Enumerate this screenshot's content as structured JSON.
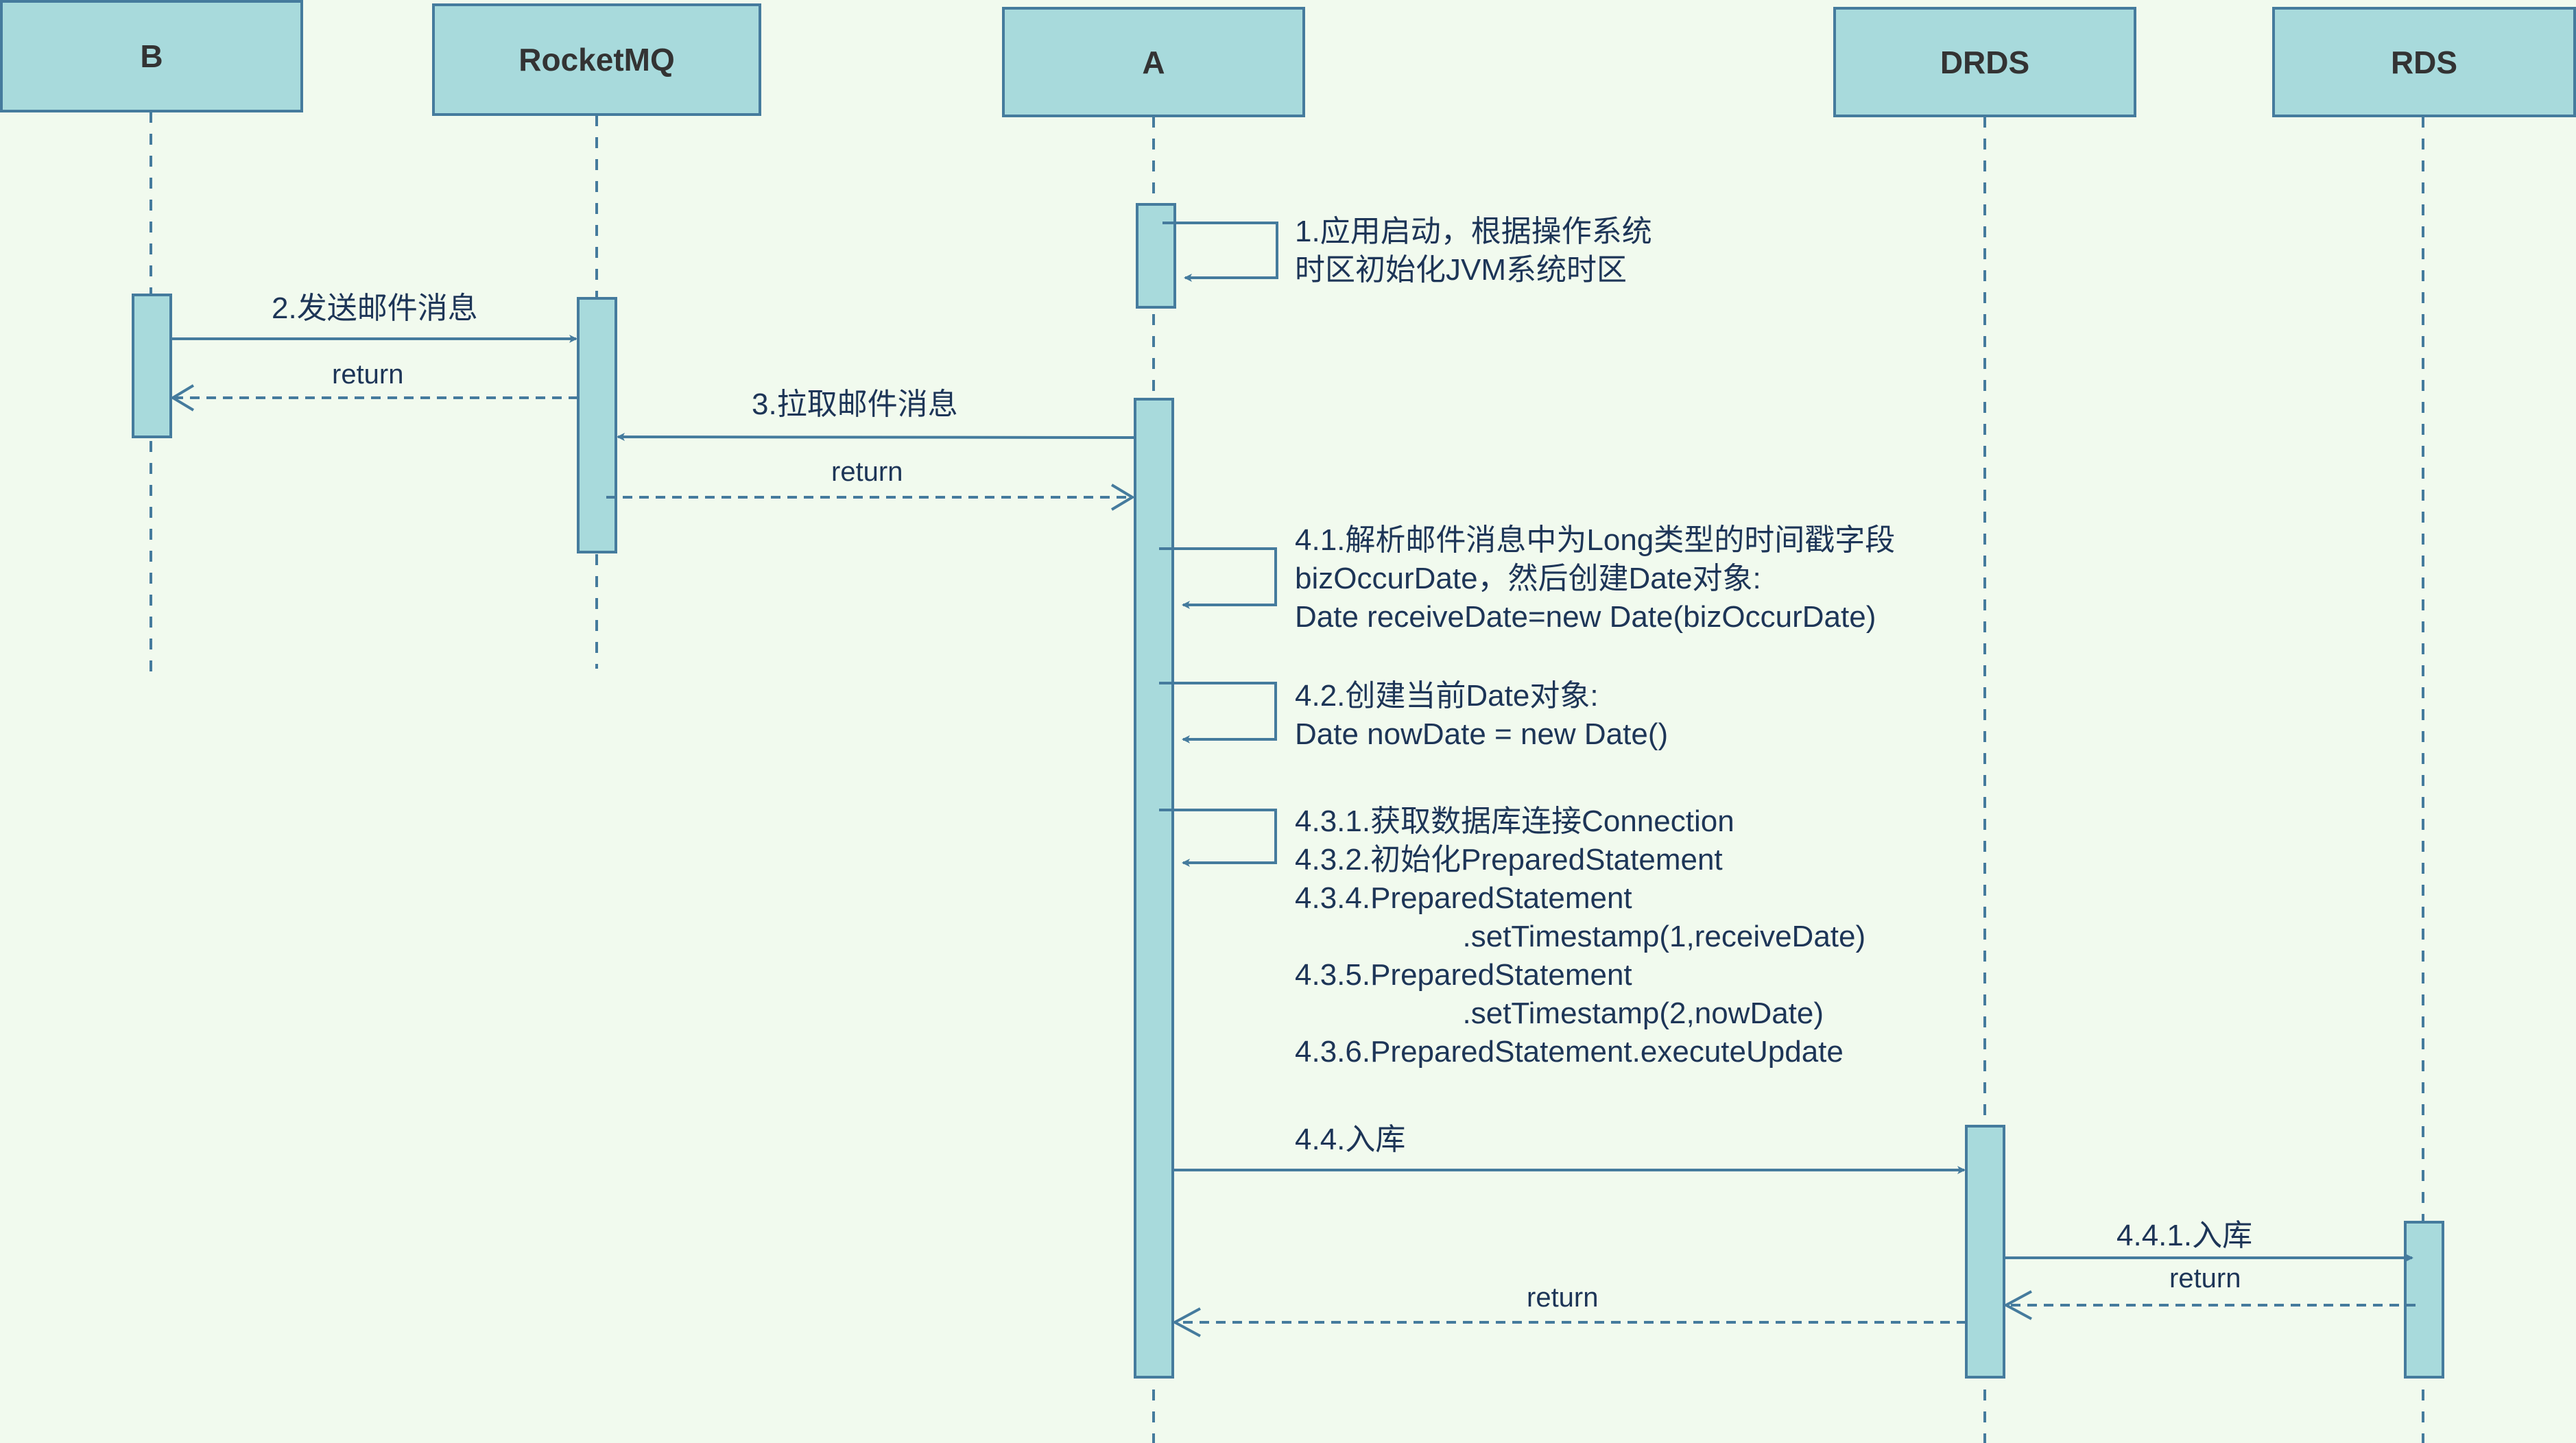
{
  "colors": {
    "background": "#f1faee",
    "fill": "#a8dadc",
    "stroke": "#457b9d",
    "text": "#1d3557",
    "header_text": "#333333"
  },
  "participants": [
    {
      "id": "B",
      "label": "B"
    },
    {
      "id": "RocketMQ",
      "label": "RocketMQ"
    },
    {
      "id": "A",
      "label": "A"
    },
    {
      "id": "DRDS",
      "label": "DRDS"
    },
    {
      "id": "RDS",
      "label": "RDS"
    }
  ],
  "messages": [
    {
      "id": "m1",
      "from": "A",
      "to": "A",
      "type": "self",
      "label": "1.应用启动，根据操作系统\n时区初始化JVM系统时区"
    },
    {
      "id": "m2",
      "from": "B",
      "to": "RocketMQ",
      "type": "sync",
      "label": "2.发送邮件消息"
    },
    {
      "id": "m2r",
      "from": "RocketMQ",
      "to": "B",
      "type": "return",
      "label": "return"
    },
    {
      "id": "m3",
      "from": "A",
      "to": "RocketMQ",
      "type": "sync",
      "label": "3.拉取邮件消息"
    },
    {
      "id": "m3r",
      "from": "RocketMQ",
      "to": "A",
      "type": "return",
      "label": "return"
    },
    {
      "id": "m41",
      "from": "A",
      "to": "A",
      "type": "self",
      "label": "4.1.解析邮件消息中为Long类型的时间戳字段\nbizOccurDate，然后创建Date对象:\nDate receiveDate=new Date(bizOccurDate)"
    },
    {
      "id": "m42",
      "from": "A",
      "to": "A",
      "type": "self",
      "label": "4.2.创建当前Date对象:\nDate nowDate = new Date()"
    },
    {
      "id": "m43",
      "from": "A",
      "to": "A",
      "type": "self",
      "label": "4.3.1.获取数据库连接Connection\n4.3.2.初始化PreparedStatement\n4.3.4.PreparedStatement\n                    .setTimestamp(1,receiveDate)\n4.3.5.PreparedStatement\n                    .setTimestamp(2,nowDate)\n4.3.6.PreparedStatement.executeUpdate"
    },
    {
      "id": "m44",
      "from": "A",
      "to": "DRDS",
      "type": "sync",
      "label": "4.4.入库"
    },
    {
      "id": "m441",
      "from": "DRDS",
      "to": "RDS",
      "type": "sync",
      "label": "4.4.1.入库"
    },
    {
      "id": "m441r",
      "from": "RDS",
      "to": "DRDS",
      "type": "return",
      "label": "return"
    },
    {
      "id": "m44r",
      "from": "DRDS",
      "to": "A",
      "type": "return",
      "label": "return"
    }
  ]
}
